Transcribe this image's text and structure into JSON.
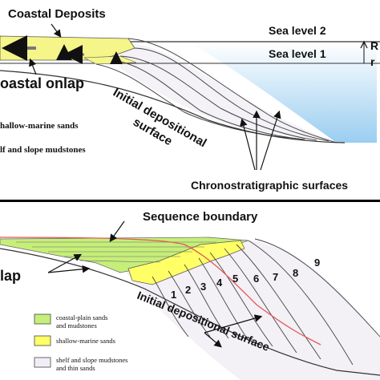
{
  "top_panel": {
    "coastal_deposits": "Coastal Deposits",
    "sea_level_2": "Sea level 2",
    "sea_level_1": "Sea level 1",
    "edge_r": "R",
    "edge_r2": "r",
    "coastal_onlap": "oastal onlap",
    "initial_surface_line1": "Initial depositional",
    "initial_surface_line2": "surface",
    "shallow_marine": "hallow-marine sands",
    "shelf_slope": "lf and slope mudstones",
    "chrono": "Chronostratigraphic surfaces"
  },
  "bottom_panel": {
    "sequence_boundary": "Sequence boundary",
    "onlap": "lap",
    "initial_surface": "Initial depositional surface",
    "numbers": [
      "1",
      "2",
      "3",
      "4",
      "5",
      "6",
      "7",
      "8",
      "9"
    ],
    "legend": [
      {
        "line1": "coastal-plain sands",
        "line2": "and mudstones",
        "color": "#c6ee7a"
      },
      {
        "line1": "shallow-marine sands",
        "line2": "",
        "color": "#ffff66"
      },
      {
        "line1": "shelf and slope mudstones",
        "line2": "and thin sands",
        "color": "#f2eef7"
      }
    ]
  },
  "colors": {
    "coastal_yellow": "#f5f58a",
    "sea_blue": "#8fc8ef",
    "red_line": "#e05a5a",
    "divider": "#000000"
  }
}
